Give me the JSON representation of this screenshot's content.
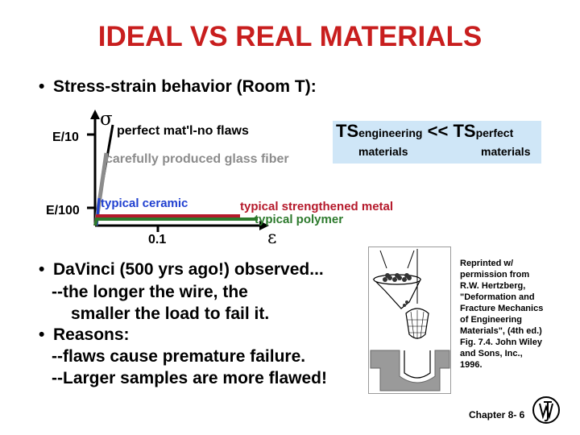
{
  "title": "IDEAL VS REAL MATERIALS",
  "bullets": {
    "stress_strain": "Stress-strain behavior (Room T):",
    "davinci": "DaVinci (500 yrs ago!) observed...",
    "davinci_sub1": "--the longer the wire, the",
    "davinci_sub2": "smaller the load to fail it.",
    "reasons": "Reasons:",
    "reasons_sub1": "--flaws cause premature failure.",
    "reasons_sub2": "--Larger samples are more flawed!"
  },
  "diagram": {
    "y_axis_symbol": "σ",
    "x_axis_symbol": "ε",
    "y_tick_high": "E/10",
    "y_tick_low": "E/100",
    "x_tick": "0.1",
    "curves": {
      "perfect": {
        "label": "perfect mat'l-no flaws",
        "color": "#000000"
      },
      "glass_fiber": {
        "label": "carefully produced glass fiber",
        "color": "#8c8c8c"
      },
      "ceramic": {
        "label": "typical ceramic",
        "color": "#1f3fd0"
      },
      "metal": {
        "label": "typical strengthened metal",
        "color": "#b5192b"
      },
      "polymer": {
        "label": "typical polymer",
        "color": "#2d7a2d"
      }
    }
  },
  "ts_box": {
    "ts1": "TS",
    "sub1": "engineering",
    "op": "<<",
    "ts2": "TS",
    "sub2": "perfect",
    "label1": "materials",
    "label2": "materials"
  },
  "credit": [
    "Reprinted w/",
    "permission from",
    "R.W. Hertzberg,",
    "\"Deformation and",
    "Fracture Mechanics",
    "of Engineering",
    "Materials\", (4th ed.)",
    "Fig. 7.4.  John Wiley",
    "and Sons, Inc.,",
    "1996."
  ],
  "chapter": "Chapter 8- 6",
  "icons": {
    "figure": "wire-basket-test-figure",
    "logo": "wiley-logo-icon"
  }
}
